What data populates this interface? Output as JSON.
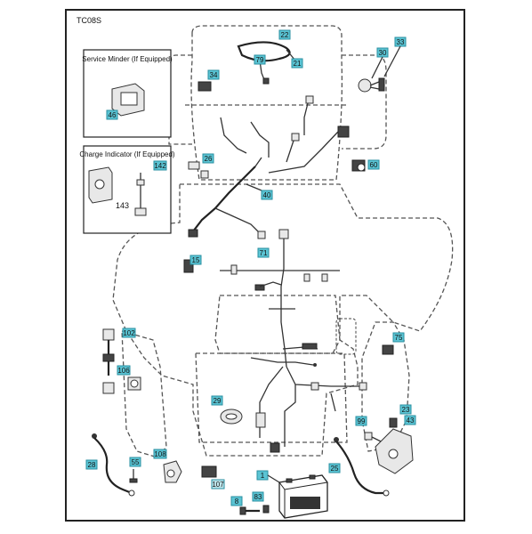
{
  "diagram_code": "TC08S",
  "insets": {
    "service_minder": {
      "title": "Service Minder (If Equipped)",
      "callout": "46"
    },
    "charge_indicator": {
      "title": "Charge Indicator (If Equipped)",
      "callout": "142",
      "plain_number": "143"
    }
  },
  "callouts": {
    "c22": "22",
    "c79": "79",
    "c21": "21",
    "c34": "34",
    "c33": "33",
    "c30": "30",
    "c60": "60",
    "c26": "26",
    "c40": "40",
    "c71": "71",
    "c15": "15",
    "c102": "102",
    "c106": "106",
    "c75": "75",
    "c29": "29",
    "c23": "23",
    "c43": "43",
    "c99": "99",
    "c28": "28",
    "c55": "55",
    "c108": "108",
    "c107": "107",
    "c1": "1",
    "c8": "8",
    "c83": "83",
    "c25": "25"
  },
  "colors": {
    "callout_fill": "#5bc4d4",
    "callout_border": "#2a8fa0",
    "line": "#333333"
  }
}
